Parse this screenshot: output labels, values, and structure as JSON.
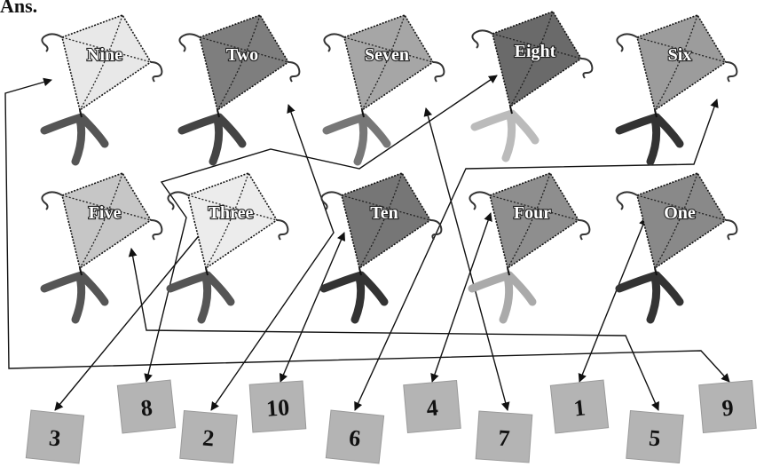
{
  "header": {
    "label": "Ans."
  },
  "kites": [
    {
      "name": "Nine",
      "shade": "#e8e8e8",
      "tail": "#555555"
    },
    {
      "name": "Two",
      "shade": "#7e7e7e",
      "tail": "#444444"
    },
    {
      "name": "Seven",
      "shade": "#a6a6a6",
      "tail": "#777777"
    },
    {
      "name": "Eight",
      "shade": "#6a6a6a",
      "tail": "#bbbbbb"
    },
    {
      "name": "Six",
      "shade": "#9c9c9c",
      "tail": "#333333"
    },
    {
      "name": "Five",
      "shade": "#c6c6c6",
      "tail": "#555555"
    },
    {
      "name": "Three",
      "shade": "#ececec",
      "tail": "#555555"
    },
    {
      "name": "Ten",
      "shade": "#767676",
      "tail": "#333333"
    },
    {
      "name": "Four",
      "shade": "#8e8e8e",
      "tail": "#aaaaaa"
    },
    {
      "name": "One",
      "shade": "#898989",
      "tail": "#333333"
    }
  ],
  "numbers": [
    "3",
    "8",
    "2",
    "10",
    "6",
    "4",
    "7",
    "1",
    "5",
    "9"
  ],
  "matches": [
    {
      "number": "3",
      "kite": "Three"
    },
    {
      "number": "8",
      "kite": "Eight"
    },
    {
      "number": "2",
      "kite": "Two"
    },
    {
      "number": "10",
      "kite": "Ten"
    },
    {
      "number": "6",
      "kite": "Six"
    },
    {
      "number": "4",
      "kite": "Four"
    },
    {
      "number": "7",
      "kite": "Seven"
    },
    {
      "number": "1",
      "kite": "One"
    },
    {
      "number": "5",
      "kite": "Five"
    },
    {
      "number": "9",
      "kite": "Nine"
    }
  ],
  "colors": {
    "box": "#b4b4b4",
    "line": "#111111"
  }
}
